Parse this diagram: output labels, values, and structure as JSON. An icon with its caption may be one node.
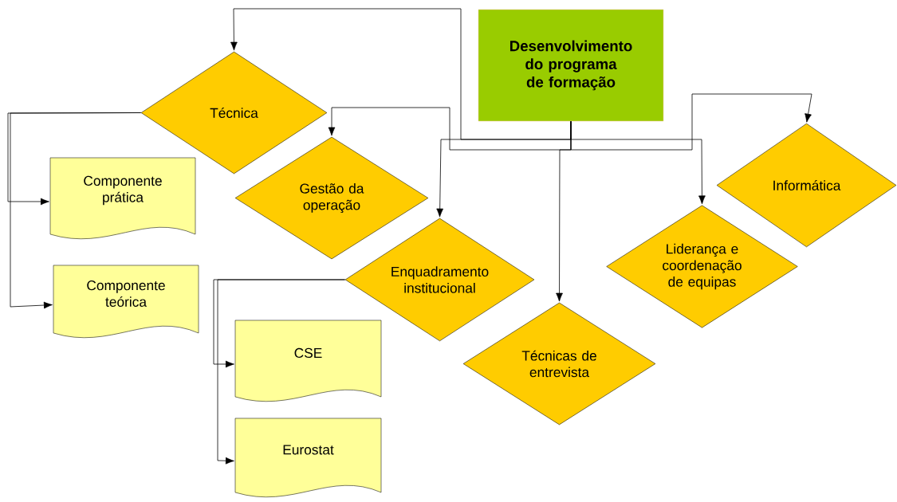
{
  "diagram": {
    "nodes": [
      {
        "text": [
          "Desenvolvimento do programa de formação"
        ]
      },
      {
        "text": [
          "Técnica"
        ]
      },
      {
        "text": [
          "Gestão da operação"
        ]
      },
      {
        "text": [
          "Enquadramento institucional"
        ]
      },
      {
        "text": [
          "Técnicas de entrevista"
        ]
      },
      {
        "text": [
          "Liderança e coordenação de equipas"
        ]
      },
      {
        "text": [
          "Informática"
        ]
      },
      {
        "text": [
          "Componente prática"
        ]
      },
      {
        "text": [
          "Componente teórica"
        ]
      },
      {
        "text": [
          "CSE"
        ]
      },
      {
        "text": [
          "Eurostat"
        ]
      }
    ],
    "edges": [
      {
        "from": 0,
        "to": 1,
        "arrow": "to"
      },
      {
        "from": 0,
        "to": 2,
        "arrow": "to"
      },
      {
        "from": 0,
        "to": 3,
        "arrow": "to"
      },
      {
        "from": 0,
        "to": 4,
        "arrow": "to"
      },
      {
        "from": 0,
        "to": 5,
        "arrow": "to"
      },
      {
        "from": 0,
        "to": 6,
        "arrow": "to"
      },
      {
        "from": 1,
        "to": 7,
        "arrow": "to"
      },
      {
        "from": 1,
        "to": 8,
        "arrow": "to"
      },
      {
        "from": 3,
        "to": 9,
        "arrow": "to"
      },
      {
        "from": 3,
        "to": 10,
        "arrow": "to"
      }
    ]
  }
}
